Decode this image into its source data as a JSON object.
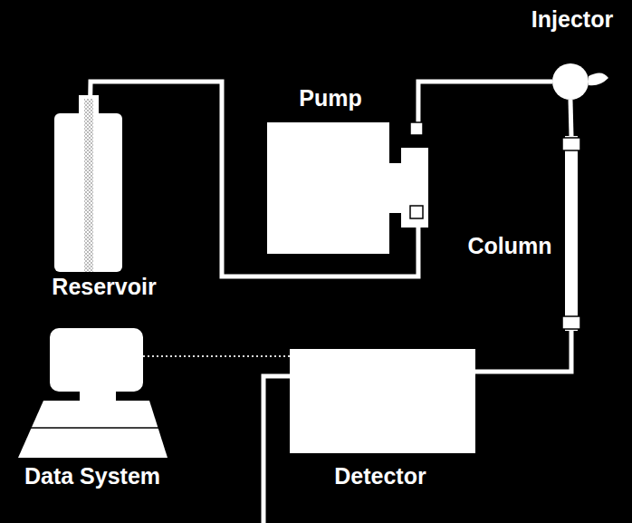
{
  "diagram": {
    "nodes": [
      {
        "text": [
          "Reservoir"
        ]
      },
      {
        "text": [
          "Pump"
        ]
      },
      {
        "text": [
          "Injector"
        ]
      },
      {
        "text": [
          "Column"
        ]
      },
      {
        "text": [
          "Detector"
        ]
      },
      {
        "text": [
          "Data System"
        ]
      }
    ],
    "edges": [
      {
        "from": 0,
        "to": 1,
        "arrow": "none"
      },
      {
        "from": 1,
        "to": 2,
        "arrow": "none"
      },
      {
        "from": 2,
        "to": 3,
        "arrow": "none"
      },
      {
        "from": 3,
        "to": 4,
        "arrow": "none"
      },
      {
        "from": 4,
        "to": 5,
        "arrow": "none"
      }
    ]
  }
}
